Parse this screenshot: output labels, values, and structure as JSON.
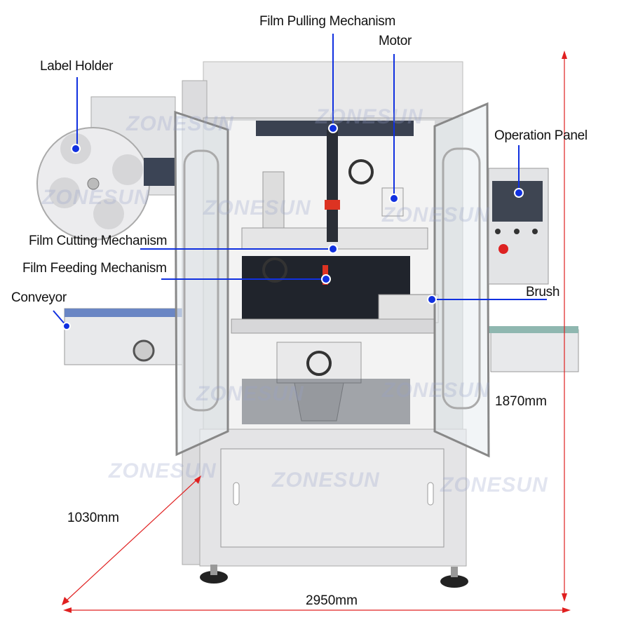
{
  "labels": {
    "film_pulling": "Film Pulling Mechanism",
    "motor": "Motor",
    "label_holder": "Label Holder",
    "operation_panel": "Operation Panel",
    "film_cutting": "Film Cutting Mechanism",
    "film_feeding": "Film Feeding Mechanism",
    "conveyor": "Conveyor",
    "brush": "Brush"
  },
  "dimensions": {
    "height": "1870mm",
    "width": "2950mm",
    "depth": "1030mm"
  },
  "watermark": "ZONESUN",
  "colors": {
    "callout": "#1030e0",
    "dimension": "#e02020",
    "steel": "#d9dadc"
  }
}
